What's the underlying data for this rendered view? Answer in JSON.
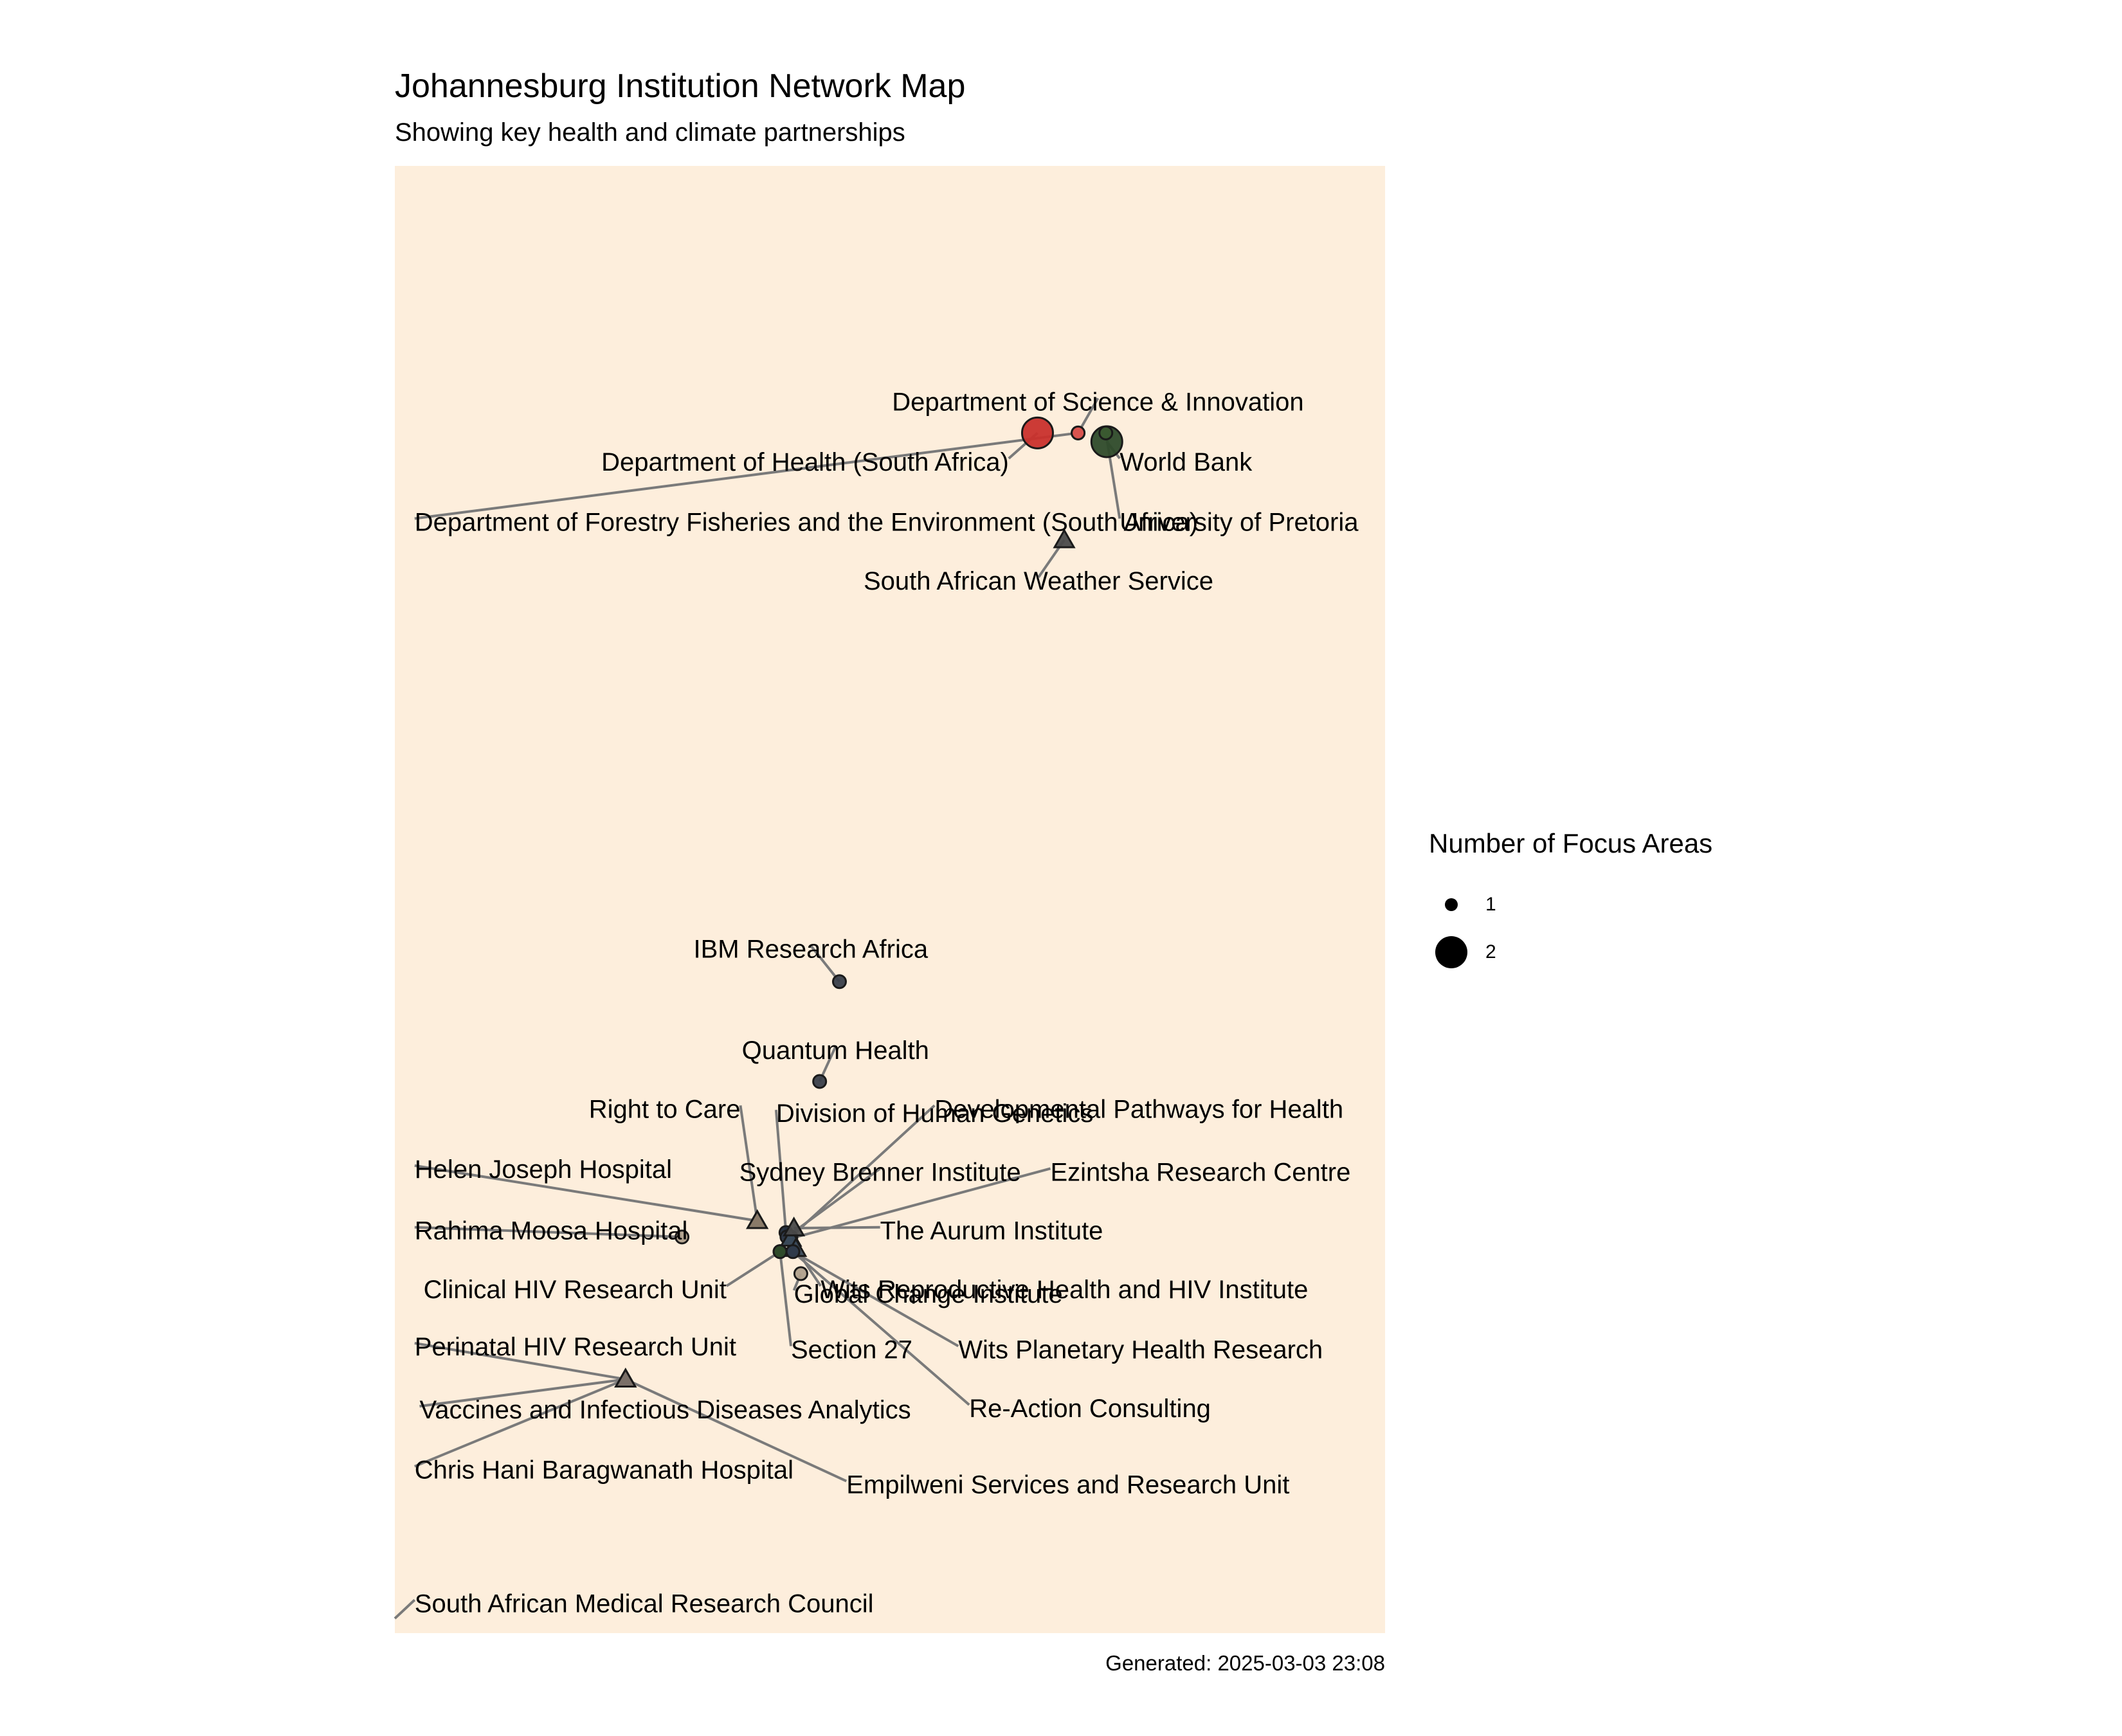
{
  "chart_data": {
    "type": "scatter",
    "title": "Johannesburg Institution Network Map",
    "subtitle": "Showing key health and climate partnerships",
    "caption": "Generated: 2025-03-03 23:08",
    "background_color": "#FDEEDC",
    "x_range": [
      0,
      100
    ],
    "y_range": [
      0,
      100
    ],
    "grid": false,
    "axes_visible": false,
    "legend": {
      "title": "Number of Focus Areas",
      "placement": "right",
      "entries": [
        {
          "label": "1",
          "size": 1
        },
        {
          "label": "2",
          "size": 2
        }
      ]
    },
    "points": [
      {
        "name": "Department of Health (South Africa)",
        "x": 64.9,
        "y": 81.8,
        "focus": 2,
        "shape": "circle",
        "color": "#C9302C",
        "label_x": 62.0,
        "label_y": 79.8,
        "label_anchor": "end"
      },
      {
        "name": "Department of Science & Innovation",
        "x": 69.0,
        "y": 81.8,
        "focus": 1,
        "shape": "circle",
        "color": "#D9534F",
        "label_x": 71.0,
        "label_y": 83.9,
        "label_anchor": "middle"
      },
      {
        "name": "World Bank",
        "x": 71.9,
        "y": 81.2,
        "focus": 2,
        "shape": "circle",
        "color": "#2E4A2A",
        "label_x": 73.2,
        "label_y": 79.8,
        "label_anchor": "start"
      },
      {
        "name": "University of Pretoria",
        "x": 71.8,
        "y": 81.8,
        "focus": 1,
        "shape": "circle",
        "color": "#3A5A30",
        "label_x": 73.2,
        "label_y": 75.7,
        "label_anchor": "start"
      },
      {
        "name": "Department of Forestry Fisheries and the Environment (South Africa)",
        "x": 69.0,
        "y": 81.8,
        "focus": 1,
        "shape": "circle",
        "color": "#D9534F",
        "label_x": 2.0,
        "label_y": 75.7,
        "label_anchor": "start"
      },
      {
        "name": "South African Weather Service",
        "x": 67.6,
        "y": 74.5,
        "focus": 1,
        "shape": "triangle",
        "color": "#4A4A4A",
        "label_x": 65.0,
        "label_y": 71.7,
        "label_anchor": "middle"
      },
      {
        "name": "IBM Research Africa",
        "x": 44.9,
        "y": 44.4,
        "focus": 1,
        "shape": "circle",
        "color": "#3A3F4A",
        "label_x": 42.0,
        "label_y": 46.6,
        "label_anchor": "middle"
      },
      {
        "name": "Quantum Health",
        "x": 42.9,
        "y": 37.6,
        "focus": 1,
        "shape": "circle",
        "color": "#3A3F4A",
        "label_x": 44.5,
        "label_y": 39.7,
        "label_anchor": "middle"
      },
      {
        "name": "Right to Care",
        "x": 36.6,
        "y": 28.1,
        "focus": 1,
        "shape": "triangle",
        "color": "#8A7A68",
        "label_x": 34.9,
        "label_y": 35.7,
        "label_anchor": "end"
      },
      {
        "name": "Division of Human Genetics",
        "x": 39.5,
        "y": 27.3,
        "focus": 1,
        "shape": "circle",
        "color": "#1F2A3A",
        "label_x": 38.5,
        "label_y": 35.4,
        "label_anchor": "start"
      },
      {
        "name": "Developmental Pathways for Health",
        "x": 40.0,
        "y": 27.0,
        "focus": 1,
        "shape": "circle",
        "color": "#2F3A4A",
        "label_x": 54.5,
        "label_y": 35.7,
        "label_anchor": "start"
      },
      {
        "name": "Helen Joseph Hospital",
        "x": 36.6,
        "y": 28.1,
        "focus": 1,
        "shape": "triangle",
        "color": "#8A7A68",
        "label_x": 2.0,
        "label_y": 31.6,
        "label_anchor": "start"
      },
      {
        "name": "Sydney Brenner Institute",
        "x": 39.6,
        "y": 27.0,
        "focus": 1,
        "shape": "circle",
        "color": "#2F3A4A",
        "label_x": 49.0,
        "label_y": 31.4,
        "label_anchor": "middle"
      },
      {
        "name": "Ezintsha Research Centre",
        "x": 40.0,
        "y": 26.9,
        "focus": 1,
        "shape": "triangle",
        "color": "#3A4A5A",
        "label_x": 66.2,
        "label_y": 31.4,
        "label_anchor": "start"
      },
      {
        "name": "Rahima Moosa Hospital",
        "x": 29.0,
        "y": 27.0,
        "focus": 1,
        "shape": "circle",
        "color": "#B0A08C",
        "label_x": 2.0,
        "label_y": 27.4,
        "label_anchor": "start"
      },
      {
        "name": "The Aurum Institute",
        "x": 40.3,
        "y": 27.6,
        "focus": 1,
        "shape": "triangle",
        "color": "#4A4A4A",
        "label_x": 49.0,
        "label_y": 27.4,
        "label_anchor": "start"
      },
      {
        "name": "Clinical HIV Research Unit",
        "x": 38.9,
        "y": 26.0,
        "focus": 1,
        "shape": "circle",
        "color": "#2E4A2A",
        "label_x": 33.5,
        "label_y": 23.4,
        "label_anchor": "end"
      },
      {
        "name": "Global Change Institute",
        "x": 41.0,
        "y": 24.5,
        "focus": 1,
        "shape": "circle",
        "color": "#B0A08C",
        "label_x": 40.3,
        "label_y": 23.1,
        "label_anchor": "start"
      },
      {
        "name": "Wits Reproductive Health and HIV Institute",
        "x": 40.5,
        "y": 26.2,
        "focus": 1,
        "shape": "triangle",
        "color": "#3A4A5A",
        "label_x": 43.0,
        "label_y": 23.4,
        "label_anchor": "start"
      },
      {
        "name": "Section 27",
        "x": 38.9,
        "y": 26.0,
        "focus": 1,
        "shape": "circle",
        "color": "#2E4A2A",
        "label_x": 40.0,
        "label_y": 19.3,
        "label_anchor": "start"
      },
      {
        "name": "Wits Planetary Health Research",
        "x": 40.2,
        "y": 26.0,
        "focus": 1,
        "shape": "circle",
        "color": "#2F3A4A",
        "label_x": 56.9,
        "label_y": 19.3,
        "label_anchor": "start"
      },
      {
        "name": "Perinatal HIV Research Unit",
        "x": 23.3,
        "y": 17.3,
        "focus": 1,
        "shape": "triangle",
        "color": "#7A7068",
        "label_x": 2.0,
        "label_y": 19.5,
        "label_anchor": "start"
      },
      {
        "name": "Re-Action Consulting",
        "x": 40.2,
        "y": 26.0,
        "focus": 1,
        "shape": "circle",
        "color": "#2F3A4A",
        "label_x": 58.0,
        "label_y": 15.3,
        "label_anchor": "start"
      },
      {
        "name": "Vaccines and Infectious Diseases Analytics",
        "x": 23.3,
        "y": 17.3,
        "focus": 1,
        "shape": "triangle",
        "color": "#7A7068",
        "label_x": 2.5,
        "label_y": 15.2,
        "label_anchor": "start"
      },
      {
        "name": "Chris Hani Baragwanath Hospital",
        "x": 23.3,
        "y": 17.3,
        "focus": 1,
        "shape": "triangle",
        "color": "#7A7068",
        "label_x": 2.0,
        "label_y": 11.1,
        "label_anchor": "start"
      },
      {
        "name": "Empilweni Services and Research Unit",
        "x": 23.3,
        "y": 17.3,
        "focus": 1,
        "shape": "triangle",
        "color": "#7A7068",
        "label_x": 45.6,
        "label_y": 10.1,
        "label_anchor": "start"
      },
      {
        "name": "South African Medical Research Council",
        "x": 0.0,
        "y": 1.0,
        "focus": 1,
        "shape": "none",
        "color": "#000000",
        "label_x": 2.0,
        "label_y": 2.0,
        "label_anchor": "start"
      }
    ]
  }
}
